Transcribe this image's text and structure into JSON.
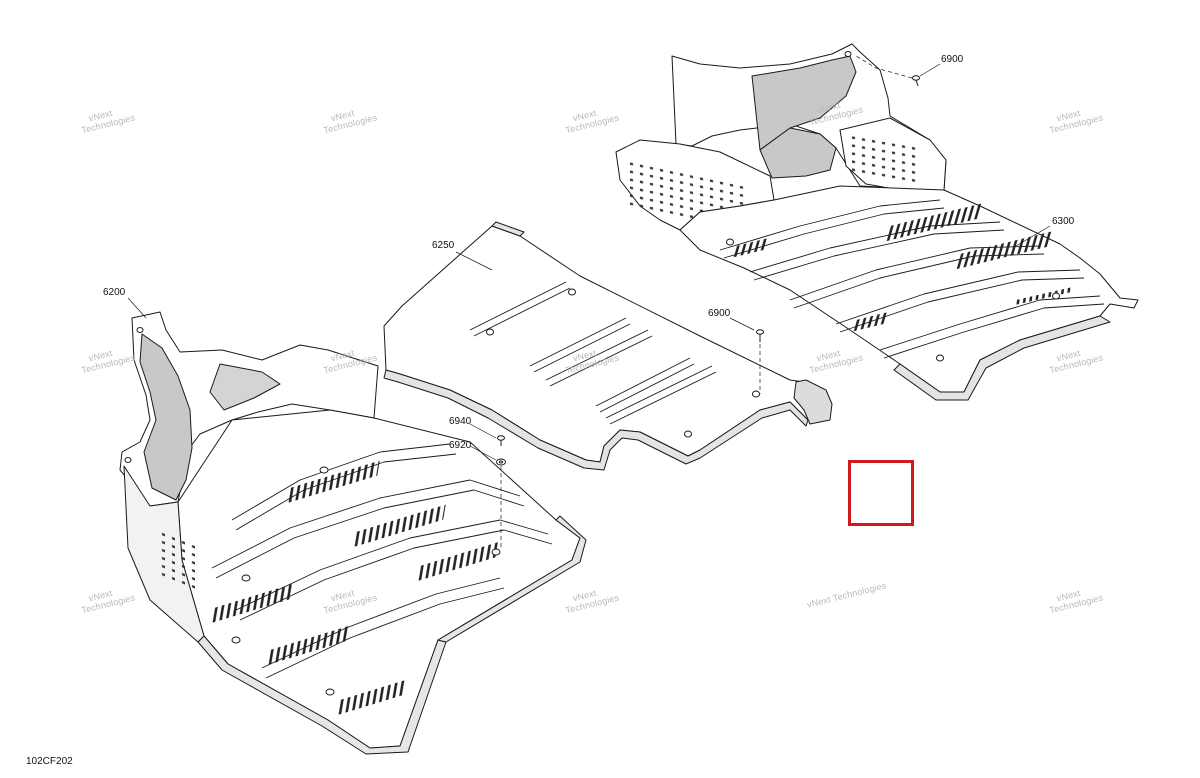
{
  "labels": {
    "p6200": "6200",
    "p6250": "6250",
    "p6300": "6300",
    "p6900a": "6900",
    "p6900b": "6900",
    "p6940": "6940",
    "p6920": "6920"
  },
  "figure_id": "102CF202",
  "watermark": {
    "line1": "vNext",
    "line2": "Technologies",
    "inline": "vNext Technologies"
  },
  "colors": {
    "line": "#1a1a1a",
    "shade": "#c8c8c8",
    "hotspot": "#d0191d"
  }
}
